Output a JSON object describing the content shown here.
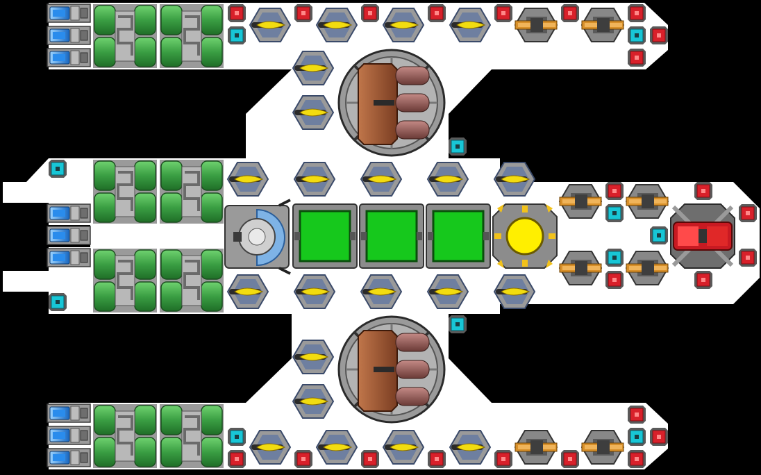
{
  "palette": {
    "background": "#000000",
    "hull": "#ffffff",
    "thruster_blue": "#1e7fd8",
    "fuel_green": "#3fa24a",
    "armor_red": "#d8202a",
    "shield_cyan": "#18c6d6",
    "laser_yellow": "#f2dc10",
    "cannon_orange": "#d8902a",
    "reactor_yellow": "#ffef00",
    "cargo_green": "#16c81c",
    "metal_grey": "#8c8c8c"
  },
  "module_types": [
    {
      "key": "thruster",
      "icon": "blue-thruster-icon"
    },
    {
      "key": "fuel",
      "icon": "green-fuel-tank-icon"
    },
    {
      "key": "armor",
      "icon": "red-armor-block-icon"
    },
    {
      "key": "shield",
      "icon": "cyan-shield-node-icon"
    },
    {
      "key": "laser",
      "icon": "yellow-laser-turret-icon"
    },
    {
      "key": "cannon",
      "icon": "orange-cannon-turret-icon"
    },
    {
      "key": "triple-gun",
      "icon": "brown-triple-gun-turret-icon"
    },
    {
      "key": "cargo",
      "icon": "green-cargo-bay-icon"
    },
    {
      "key": "reactor",
      "icon": "yellow-reactor-core-icon"
    },
    {
      "key": "cockpit",
      "icon": "cockpit-dome-icon"
    },
    {
      "key": "heavy-cannon",
      "icon": "red-heavy-cannon-icon"
    }
  ]
}
